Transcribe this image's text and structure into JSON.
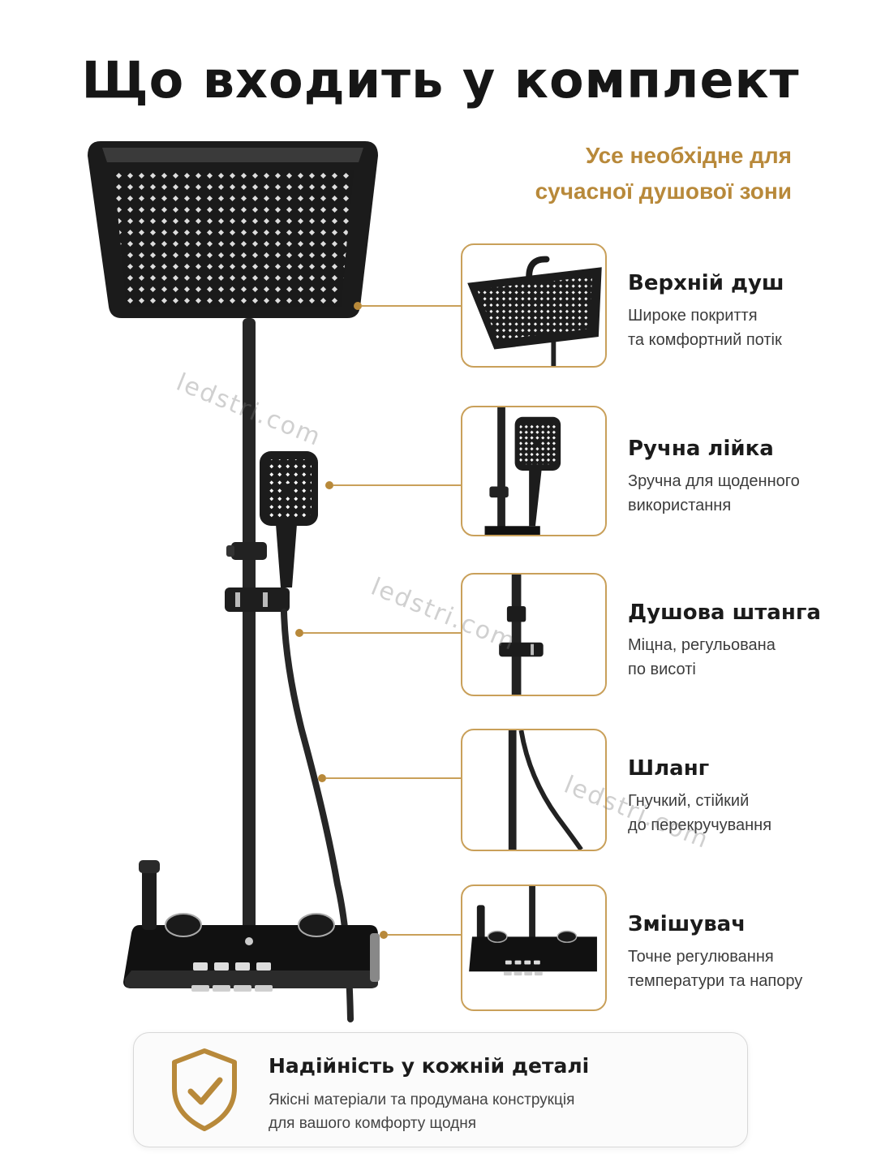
{
  "page": {
    "title": "Що входить у комплект",
    "subtitle": [
      "Усе необхідне для",
      "сучасної душової зони"
    ]
  },
  "features": [
    {
      "title": "Верхній душ",
      "desc": [
        "Широке покриття",
        "та комфортний потік"
      ]
    },
    {
      "title": "Ручна лійка",
      "desc": [
        "Зручна для щоденного",
        "використання"
      ]
    },
    {
      "title": "Душова штанга",
      "desc": [
        "Міцна, регульована",
        "по висоті"
      ]
    },
    {
      "title": "Шланг",
      "desc": [
        "Гнучкий, стійкий",
        "до перекручування"
      ]
    },
    {
      "title": "Змішувач",
      "desc": [
        "Точне регулювання",
        "температури та напору"
      ]
    }
  ],
  "watermark": "ledstri.com",
  "banner": {
    "title": "Надійність у кожній деталі",
    "desc": [
      "Якісні матеріали та продумана конструкція",
      "для вашого комфорту щодня"
    ],
    "icon": "shield-check-icon"
  },
  "colors": {
    "accent": "#b8893a",
    "dark": "#161616"
  }
}
